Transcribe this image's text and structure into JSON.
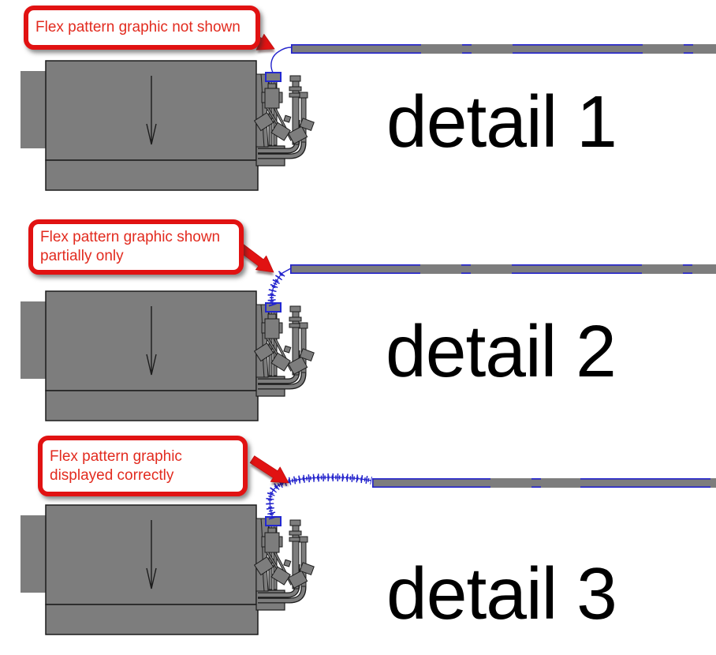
{
  "colors": {
    "machine_gray": "#7d7d7d",
    "bar_gray": "#7d7d7d",
    "outline_black": "#1c1c1c",
    "flex_highlight_blue": "#2222cc",
    "annotation_red": "#e11212",
    "annotation_text_red": "#e22b1f",
    "detail_label_black": "#000000",
    "background_white": "#ffffff"
  },
  "sections": [
    {
      "label": "detail 1",
      "callout": {
        "lines": [
          "Flex pattern graphic not shown"
        ]
      }
    },
    {
      "label": "detail 2",
      "callout": {
        "lines": [
          "Flex pattern graphic shown",
          "partially only"
        ]
      }
    },
    {
      "label": "detail 3",
      "callout": {
        "lines": [
          "Flex pattern graphic",
          "displayed correctly"
        ]
      }
    }
  ]
}
